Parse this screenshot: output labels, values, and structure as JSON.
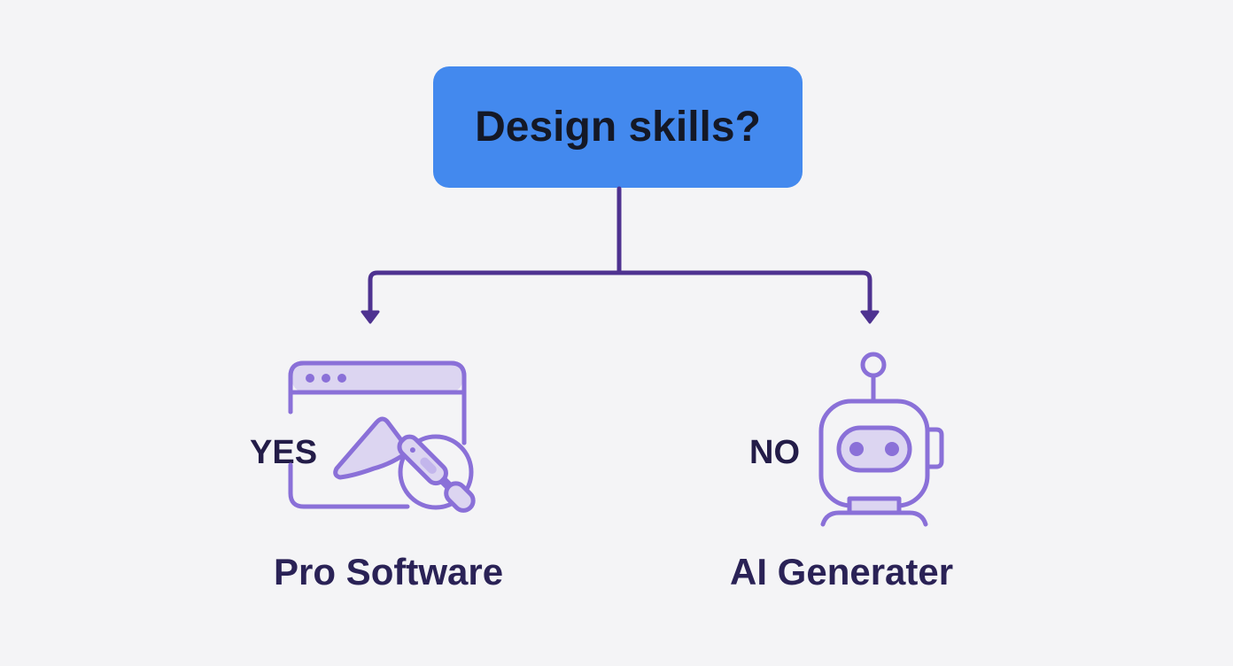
{
  "diagram": {
    "type": "decision-tree",
    "root": {
      "label": "Design skills?",
      "color": "#4389ee"
    },
    "connector_color": "#4e3290",
    "icon_color": "#8a70d8",
    "icon_fill": "#dcd5f1",
    "branches": [
      {
        "answer": "YES",
        "icon": "software-window-pen-tool-icon",
        "result": "Pro Software"
      },
      {
        "answer": "NO",
        "icon": "robot-icon",
        "result": "AI Generater"
      }
    ]
  }
}
